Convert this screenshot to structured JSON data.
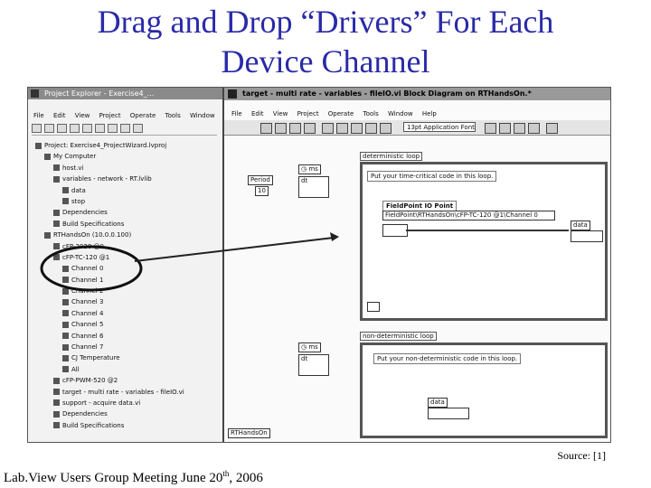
{
  "slide": {
    "title_line1": "Drag and Drop “Drivers” For Each",
    "title_line2": "Device Channel",
    "source": "Source: [1]",
    "footer_main": "Lab.View Users Group Meeting   June 20",
    "footer_sup": "th",
    "footer_year": ", 2006"
  },
  "project_explorer": {
    "title": "Project Explorer - Exercise4_...",
    "menu": [
      "File",
      "Edit",
      "View",
      "Project",
      "Operate",
      "Tools",
      "Window"
    ],
    "tree": [
      "Project: Exercise4_ProjectWizard.lvproj",
      "My Computer",
      "host.vi",
      "variables - network - RT.lvlib",
      "data",
      "stop",
      "Dependencies",
      "Build Specifications",
      "RTHandsOn (10.0.0.100)",
      "cFP-2020 @0",
      "cFP-TC-120 @1",
      "Channel 0",
      "Channel 1",
      "Channel 2",
      "Channel 3",
      "Channel 4",
      "Channel 5",
      "Channel 6",
      "Channel 7",
      "CJ Temperature",
      "All",
      "cFP-PWM-520 @2",
      "target - multi rate - variables - fileIO.vi",
      "support - acquire data.vi",
      "Dependencies",
      "Build Specifications"
    ]
  },
  "block_diagram": {
    "title": "target - multi rate - variables - fileIO.vi Block Diagram on RTHandsOn.*",
    "menu": [
      "File",
      "Edit",
      "View",
      "Project",
      "Operate",
      "Tools",
      "Window",
      "Help"
    ],
    "font": "13pt Application Font",
    "period_label": "Period",
    "period_value": "10",
    "ms_label": "ms",
    "dt_label": "dt",
    "deterministic_loop_label": "deterministic loop",
    "deterministic_comment": "Put your time-critical code in this loop.",
    "io_point_label": "FieldPoint IO Point",
    "io_point_value": "FieldPoint\\RTHandsOn\\cFP-TC-120 @1\\Channel 0",
    "data_label": "data",
    "non_deterministic_loop_label": "non-deterministic loop",
    "non_deterministic_comment": "Put your non-deterministic code in this loop.",
    "target_label": "RTHandsOn"
  }
}
